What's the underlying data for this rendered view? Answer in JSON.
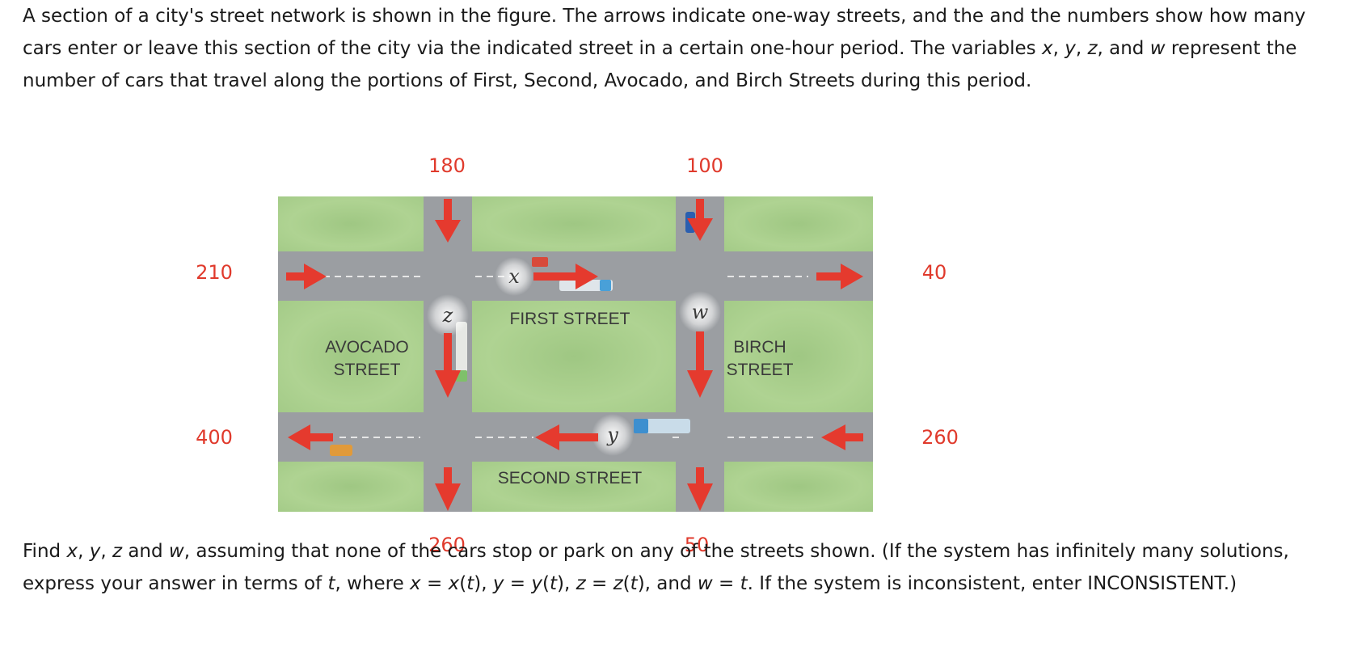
{
  "intro": {
    "s1": "A section of a city's street network is shown in the figure. The arrows indicate one-way streets, and the and the numbers show how many cars enter or leave this section of the city via the indicated street in a certain one-hour period. The variables ",
    "x": "x",
    "c1": ", ",
    "y": "y",
    "c2": ", ",
    "z": "z",
    "c3": ", and ",
    "w": "w",
    "s2": " represent the number of cars that travel along the portions of First, Second, Avocado, and Birch Streets during this period."
  },
  "question": {
    "s1": "Find ",
    "x": "x",
    "c1": ", ",
    "y": "y",
    "c2": ", ",
    "z": "z",
    "c3": " and ",
    "w": "w",
    "s2": ", assuming that none of the cars stop or park on any of the streets shown. (If the system has infinitely many solutions, express your answer in terms of ",
    "t1": "t",
    "s3": ", where ",
    "ex1": "x",
    "eq1": " = ",
    "ex2": "x",
    "p1": "(",
    "t2": "t",
    "p2": "), ",
    "ey1": "y",
    "eq2": " = ",
    "ey2": "y",
    "p3": "(",
    "t3": "t",
    "p4": "), ",
    "ez1": "z",
    "eq3": " = ",
    "ez2": "z",
    "p5": "(",
    "t4": "t",
    "p6": "), and ",
    "ew": "w",
    "eq4": " = ",
    "t5": "t",
    "s4": ". If the system is inconsistent, enter INCONSISTENT.)"
  },
  "diagram": {
    "flows": {
      "top_left": "180",
      "top_right": "100",
      "left_top": "210",
      "left_bottom": "400",
      "right_top": "40",
      "right_bottom": "260",
      "bottom_left": "260",
      "bottom_right": "50"
    },
    "streets": {
      "first": "FIRST STREET",
      "second": "SECOND STREET",
      "avocado_1": "AVOCADO",
      "avocado_2": "STREET",
      "birch_1": "BIRCH",
      "birch_2": "STREET"
    },
    "variables": {
      "x": "x",
      "y": "y",
      "z": "z",
      "w": "w"
    },
    "colors": {
      "arrow": "#e53a2e",
      "grass": "#a9cf8c",
      "road": "#9b9ea2",
      "number": "#e03a2c"
    }
  }
}
